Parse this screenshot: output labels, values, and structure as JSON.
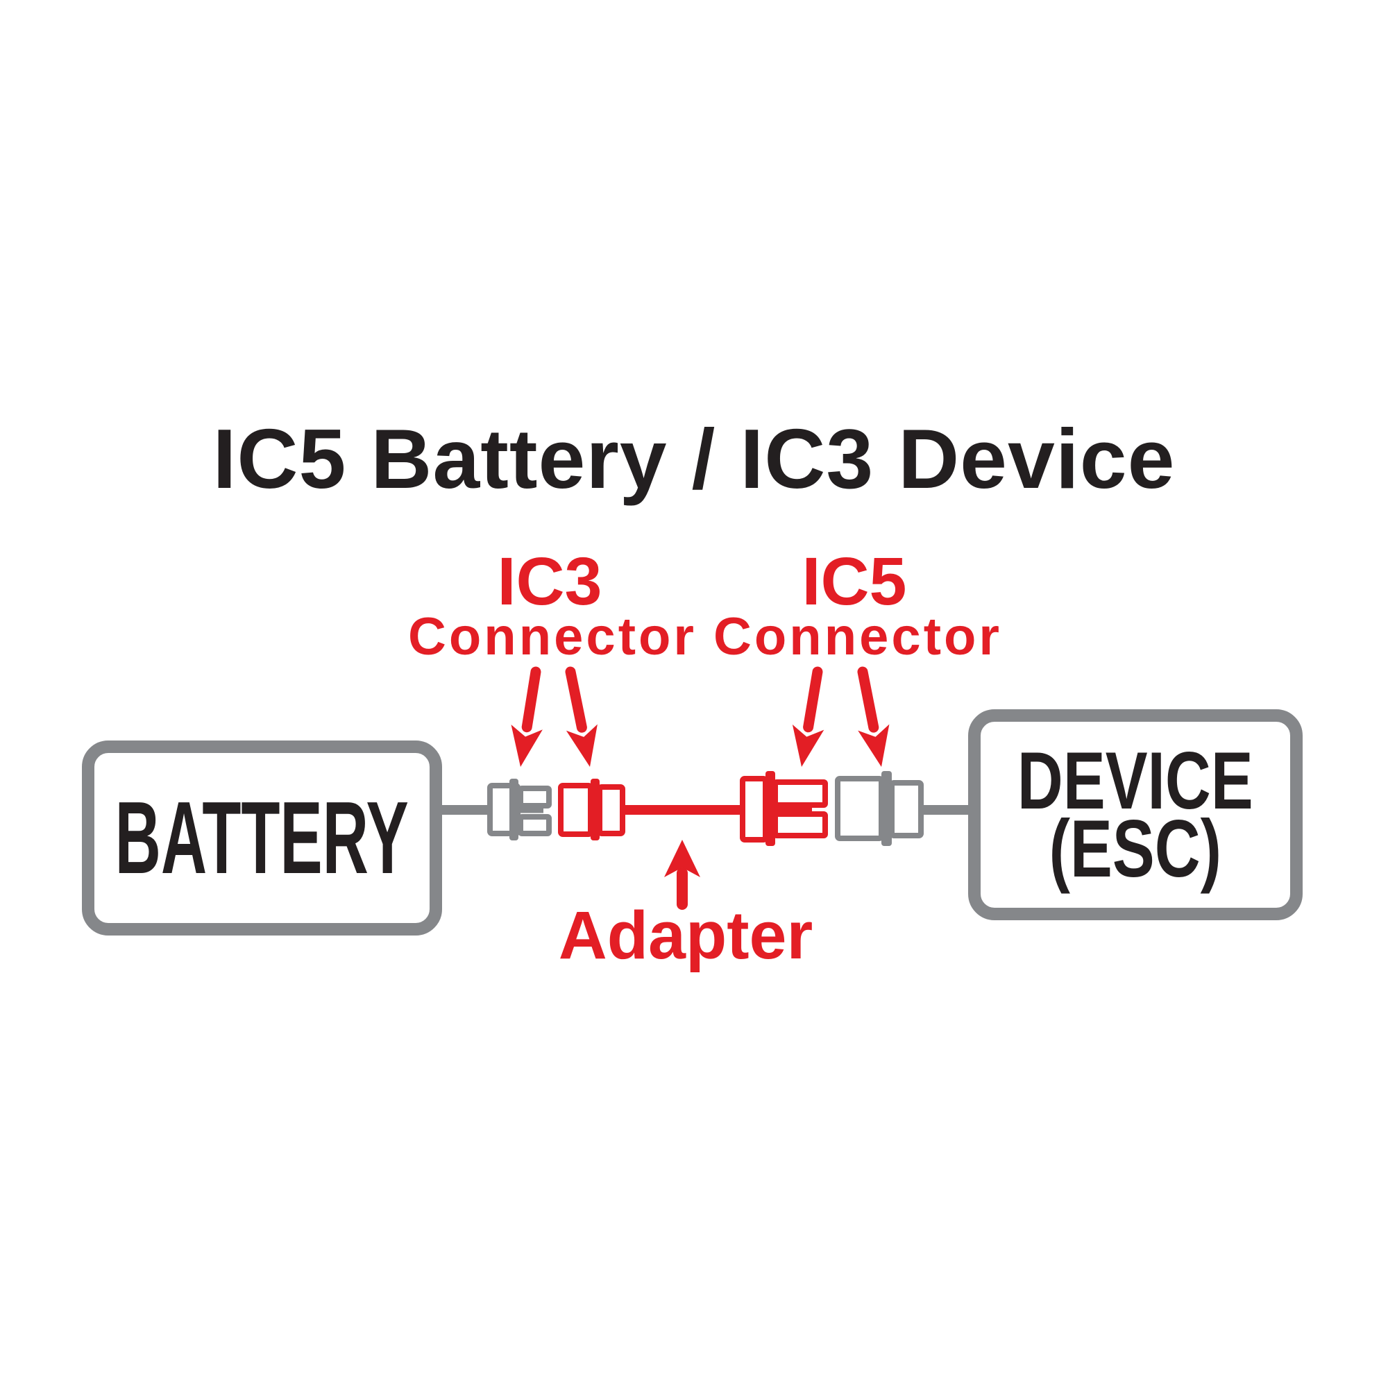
{
  "title": "IC5 Battery / IC3 Device",
  "callouts": {
    "ic3": {
      "title": "IC3",
      "subtitle": "Connector"
    },
    "ic5": {
      "title": "IC5",
      "subtitle": "Connector"
    },
    "adapter": {
      "title": "Adapter"
    }
  },
  "nodes": {
    "battery": {
      "label": "BATTERY"
    },
    "device": {
      "label_line1": "DEVICE",
      "label_line2": "(ESC)"
    }
  },
  "icons": {
    "ic3_pointers": "two-down-arrows",
    "ic5_pointers": "two-down-arrows",
    "adapter_pointer": "up-arrow"
  },
  "colors": {
    "accent_red": "#e31e25",
    "wire_gray": "#85878a",
    "ink": "#231f20",
    "background": "#ffffff"
  }
}
